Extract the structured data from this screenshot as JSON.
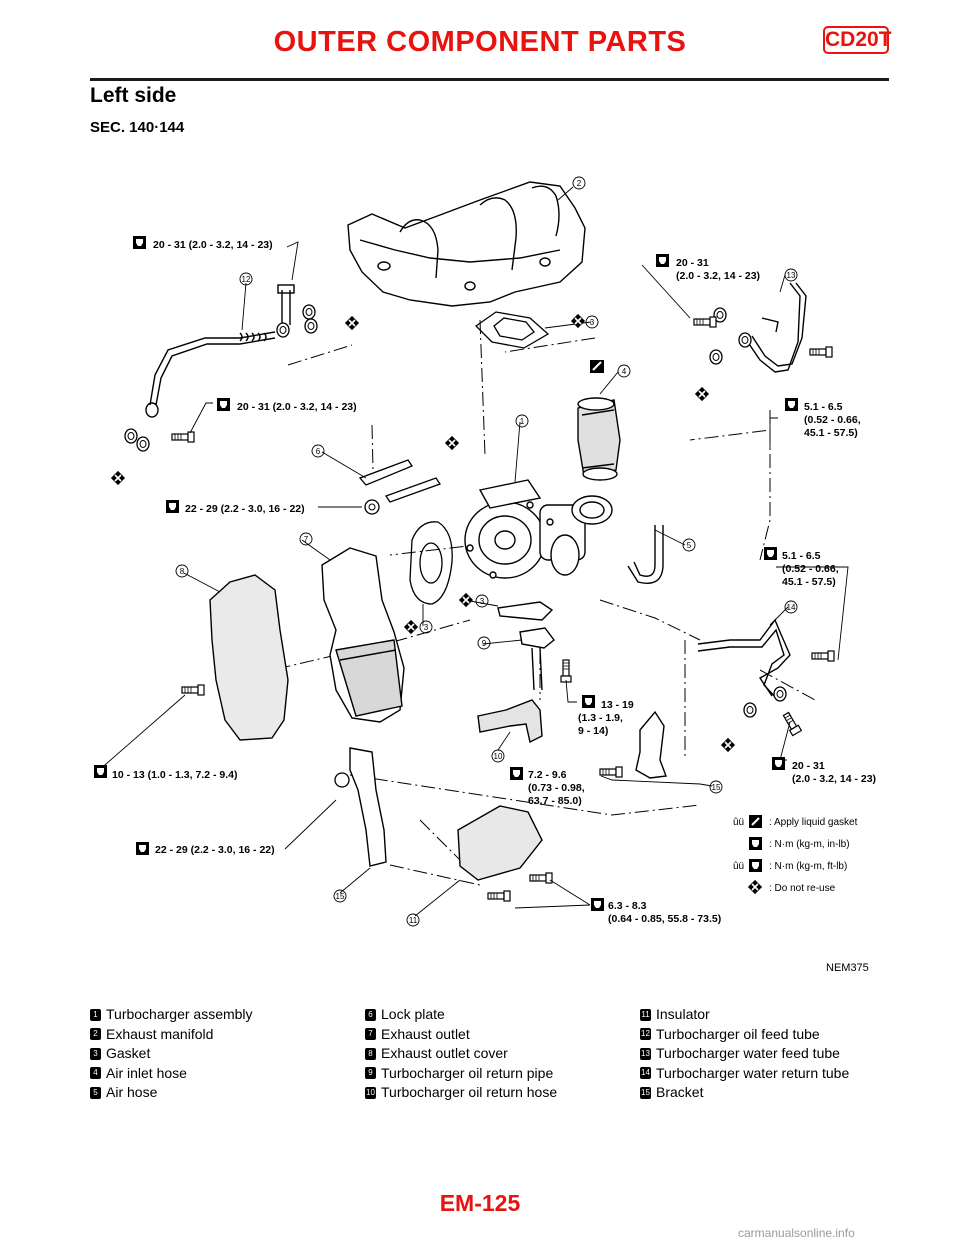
{
  "header": {
    "title": "OUTER COMPONENT PARTS",
    "engine_code": "CD20T"
  },
  "section_title": "Left side",
  "sec_ref": "SEC. 140·144",
  "torque_labels": {
    "t1": "20 - 31 (2.0 - 3.2, 14 - 23)",
    "t2a": "20 - 31",
    "t2b": "(2.0 - 3.2, 14 - 23)",
    "t3": "20 - 31 (2.0 - 3.2, 14 - 23)",
    "t4a": "5.1 - 6.5",
    "t4b": "(0.52 - 0.66,",
    "t4c": "45.1 - 57.5)",
    "t5": "22 - 29 (2.2 - 3.0, 16 - 22)",
    "t6a": "5.1 - 6.5",
    "t6b": "(0.52 - 0.66,",
    "t6c": "45.1 - 57.5)",
    "t7a": "13 - 19",
    "t7b": "(1.3 - 1.9,",
    "t7c": "9 - 14)",
    "t8": "10 - 13 (1.0 - 1.3, 7.2 - 9.4)",
    "t9a": "7.2 - 9.6",
    "t9b": "(0.73 - 0.98,",
    "t9c": "63.7 - 85.0)",
    "t10a": "20 - 31",
    "t10b": "(2.0 - 3.2, 14 - 23)",
    "t11": "22 - 29 (2.2 - 3.0, 16 - 22)",
    "t12a": "6.3 - 8.3",
    "t12b": "(0.64 - 0.85, 55.8 - 73.5)"
  },
  "symbol_key": {
    "prefix": "ûü",
    "gasket": ": Apply liquid gasket",
    "nm_in": ": N·m (kg-m, in-lb)",
    "nm_ft": ": N·m (kg-m, ft-lb)",
    "no_reuse": ": Do not re-use"
  },
  "figure_code": "NEM375",
  "legend": [
    {
      "num": "1",
      "label": "Turbocharger assembly"
    },
    {
      "num": "2",
      "label": "Exhaust manifold"
    },
    {
      "num": "3",
      "label": "Gasket"
    },
    {
      "num": "4",
      "label": "Air inlet hose"
    },
    {
      "num": "5",
      "label": "Air hose"
    },
    {
      "num": "6",
      "label": "Lock plate"
    },
    {
      "num": "7",
      "label": "Exhaust outlet"
    },
    {
      "num": "8",
      "label": "Exhaust outlet cover"
    },
    {
      "num": "9",
      "label": "Turbocharger oil return pipe"
    },
    {
      "num": "10",
      "label": "Turbocharger oil return hose"
    },
    {
      "num": "11",
      "label": "Insulator"
    },
    {
      "num": "12",
      "label": "Turbocharger oil feed tube"
    },
    {
      "num": "13",
      "label": "Turbocharger water feed tube"
    },
    {
      "num": "14",
      "label": "Turbocharger water return tube"
    },
    {
      "num": "15",
      "label": "Bracket"
    }
  ],
  "page_number": "EM-125",
  "watermark": "carmanualsonline.info"
}
